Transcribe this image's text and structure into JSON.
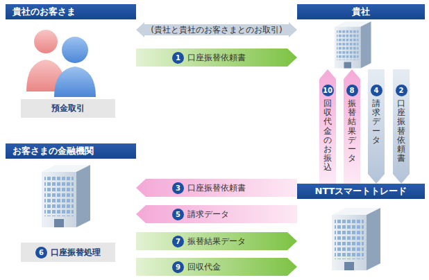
{
  "diagram": {
    "nodes": [
      {
        "text": [
          "貴社のお客さま"
        ]
      },
      {
        "text": [
          "預金取引"
        ],
        "in": 0
      },
      {
        "text": [
          "お客さまの金融機関"
        ]
      },
      {
        "text": [
          "6",
          "口座振替処理"
        ],
        "in": 2
      },
      {
        "text": [
          "貴社"
        ]
      },
      {
        "text": [
          "NTTスマートトレード"
        ]
      }
    ],
    "edges": [
      {
        "from": 0,
        "to": 4,
        "arrow": "both",
        "label": "(貴社と貴社のお客さまとのお取引)"
      },
      {
        "from": 0,
        "to": 4,
        "arrow": "to",
        "label": "口座振替依頼書"
      },
      {
        "from": 5,
        "to": 4,
        "arrow": "to",
        "label": "回収代金のお振込"
      },
      {
        "from": 5,
        "to": 4,
        "arrow": "to",
        "label": "振替結果データ"
      },
      {
        "from": 4,
        "to": 5,
        "arrow": "to",
        "label": "請求データ"
      },
      {
        "from": 4,
        "to": 5,
        "arrow": "to",
        "label": "口座振替依頼書"
      },
      {
        "from": 5,
        "to": 2,
        "arrow": "to",
        "label": "口座振替依頼書"
      },
      {
        "from": 5,
        "to": 2,
        "arrow": "to",
        "label": "請求データ"
      },
      {
        "from": 2,
        "to": 5,
        "arrow": "to",
        "label": "振替結果データ"
      },
      {
        "from": 2,
        "to": 5,
        "arrow": "to",
        "label": "回収代金"
      }
    ],
    "labels": [
      "1",
      "10",
      "8",
      "4",
      "2",
      "3",
      "5",
      "7",
      "9"
    ]
  }
}
